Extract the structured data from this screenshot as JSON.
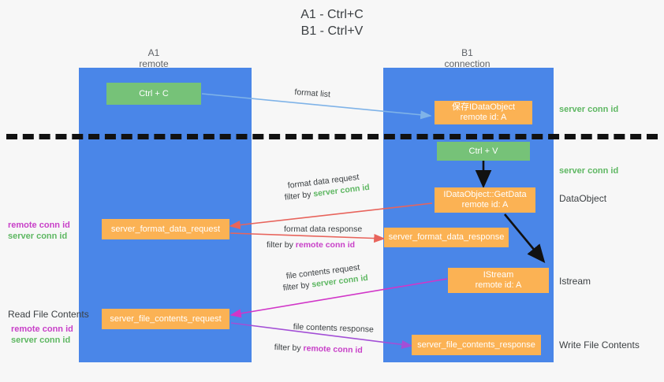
{
  "title": {
    "line1": "A1 - Ctrl+C",
    "line2": "B1 - Ctrl+V"
  },
  "columns": {
    "left": {
      "name": "A1",
      "role": "remote"
    },
    "right": {
      "name": "B1",
      "role": "connection"
    }
  },
  "nodes": {
    "ctrl_c": {
      "label": "Ctrl + C"
    },
    "ctrl_v": {
      "label": "Ctrl + V"
    },
    "save_idataobject": {
      "line1": "保存IDataObject",
      "line2": "remote id: A"
    },
    "getdata": {
      "line1": "IDataObject::GetData",
      "line2": "remote id: A"
    },
    "istream": {
      "line1": "IStream",
      "line2": "remote id: A"
    },
    "fmt_req": {
      "label": "server_format_data_request"
    },
    "fmt_resp": {
      "label": "server_format_data_response"
    },
    "file_req": {
      "label": "server_file_contents_request"
    },
    "file_resp": {
      "label": "server_file_contents_response"
    }
  },
  "right_labels": {
    "server_conn_id_1": "server conn id",
    "server_conn_id_2": "server conn id",
    "dataobject": "DataObject",
    "istream": "Istream",
    "write_file_contents": "Write File Contents"
  },
  "left_labels": {
    "remote_conn_id_1": "remote conn id",
    "server_conn_id_1": "server conn id",
    "read_file_contents": "Read File Contents",
    "remote_conn_id_2": "remote conn id",
    "server_conn_id_2": "server conn id"
  },
  "edges": {
    "format_list": {
      "text": "format list"
    },
    "format_data_request": {
      "text": "format data request",
      "filter_prefix": "filter by ",
      "filter_value": "server conn id"
    },
    "format_data_response": {
      "text": "format data response",
      "filter_prefix": "filter by ",
      "filter_value": "remote conn id"
    },
    "file_contents_request": {
      "text": "file contents request",
      "filter_prefix": "filter by ",
      "filter_value": "server conn id"
    },
    "file_contents_response": {
      "text": "file contents response",
      "filter_prefix": "filter by ",
      "filter_value": "remote conn id"
    }
  },
  "colors": {
    "lane": "#4a86e8",
    "green_box": "#76c278",
    "orange_box": "#fbb254",
    "server_conn_id": "#5eb762",
    "remote_conn_id": "#c840c8",
    "arrow_blue": "#7fb3e8",
    "arrow_red": "#e8645c",
    "arrow_magenta": "#d136c8",
    "arrow_purple": "#a34fd6",
    "arrow_black": "#111111"
  }
}
